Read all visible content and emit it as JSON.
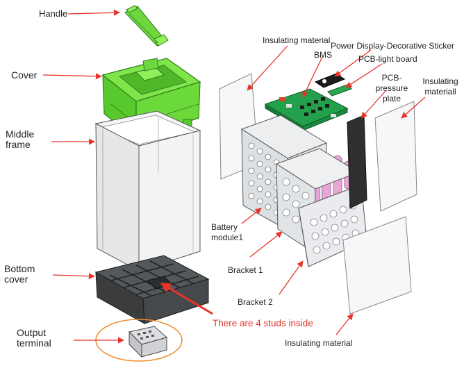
{
  "labels": {
    "handle": "Handle",
    "cover": "Cover",
    "middle_frame": "Middle frame",
    "bottom_cover": "Bottom cover",
    "output_terminal": "Output terminal",
    "insulating_top": "Insulating material",
    "bms": "BMS",
    "power_display": "Power Display-Decorative Sticker",
    "pcb_light": "PCB-light board",
    "pcb_pressure": "PCB-pressure plate",
    "insulating_right": "Insulating materiall",
    "battery_module": "Battery module1",
    "bracket1": "Bracket 1",
    "bracket2": "Bracket 2",
    "insulating_bottom": "Insulating material",
    "studs_note": "There are 4 studs inside"
  },
  "colors": {
    "leader_line": "#e8322a",
    "cover_green": "#66dd33",
    "frame_gray": "#e9eaeb",
    "bottom_dark": "#3f4143",
    "pcb_green": "#1f9a4a",
    "cell_pink": "#e7a6d6",
    "note_red": "#e8322a",
    "terminal_circle": "#f08a2a"
  }
}
